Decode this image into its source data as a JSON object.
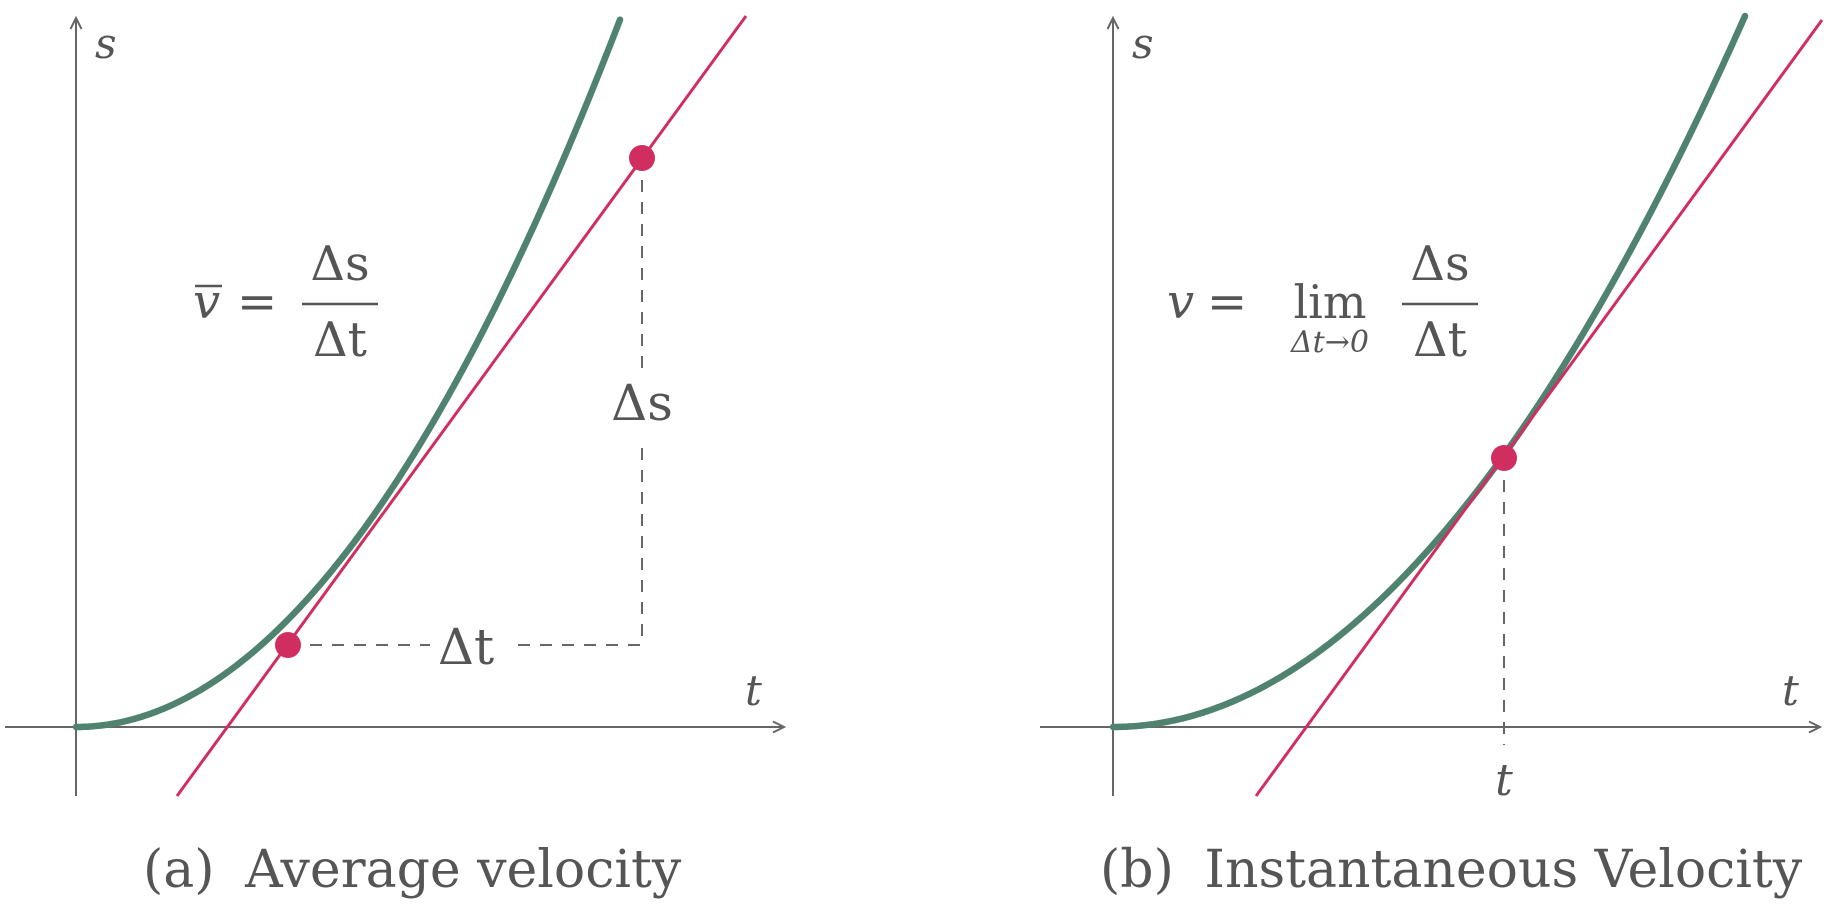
{
  "colors": {
    "axis": "#666666",
    "curve": "#4f836f",
    "secant": "#d02e61",
    "point": "#d02e61",
    "text": "#555555",
    "guide": "#666666"
  },
  "panel_a": {
    "caption_tag": "(a)",
    "caption": "Average velocity",
    "y_axis_label": "s",
    "x_axis_label": "t",
    "formula": {
      "lhs": "v",
      "equals": "=",
      "numerator": "Δs",
      "denominator": "Δt"
    },
    "delta_s_label": "Δs",
    "delta_t_label": "Δt"
  },
  "panel_b": {
    "caption_tag": "(b)",
    "caption": "Instantaneous Velocity",
    "y_axis_label": "s",
    "x_axis_label": "t",
    "tick_label": "t",
    "formula": {
      "lhs": "v",
      "equals": "=",
      "lim": "lim",
      "lim_sub": "Δt→0",
      "numerator": "Δs",
      "denominator": "Δt"
    }
  }
}
